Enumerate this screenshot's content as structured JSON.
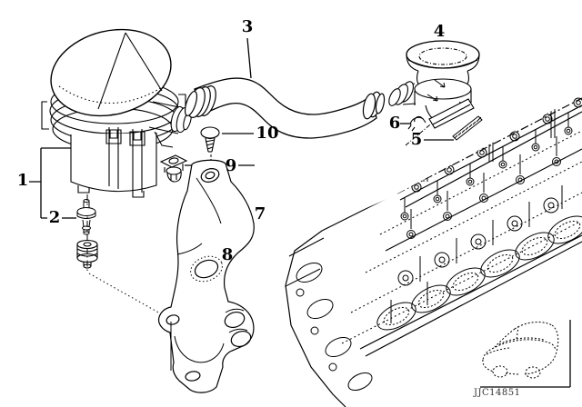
{
  "diagram": {
    "callouts": [
      {
        "label": "1"
      },
      {
        "label": "2"
      },
      {
        "label": "3"
      },
      {
        "label": "4"
      },
      {
        "label": "5"
      },
      {
        "label": "6"
      },
      {
        "label": "7"
      },
      {
        "label": "8"
      },
      {
        "label": "9"
      },
      {
        "label": "10"
      }
    ],
    "code": "JJC14851",
    "car_inset_icon": "car-silhouette-icon",
    "line_color": "#000000",
    "background_color": "#ffffff"
  }
}
